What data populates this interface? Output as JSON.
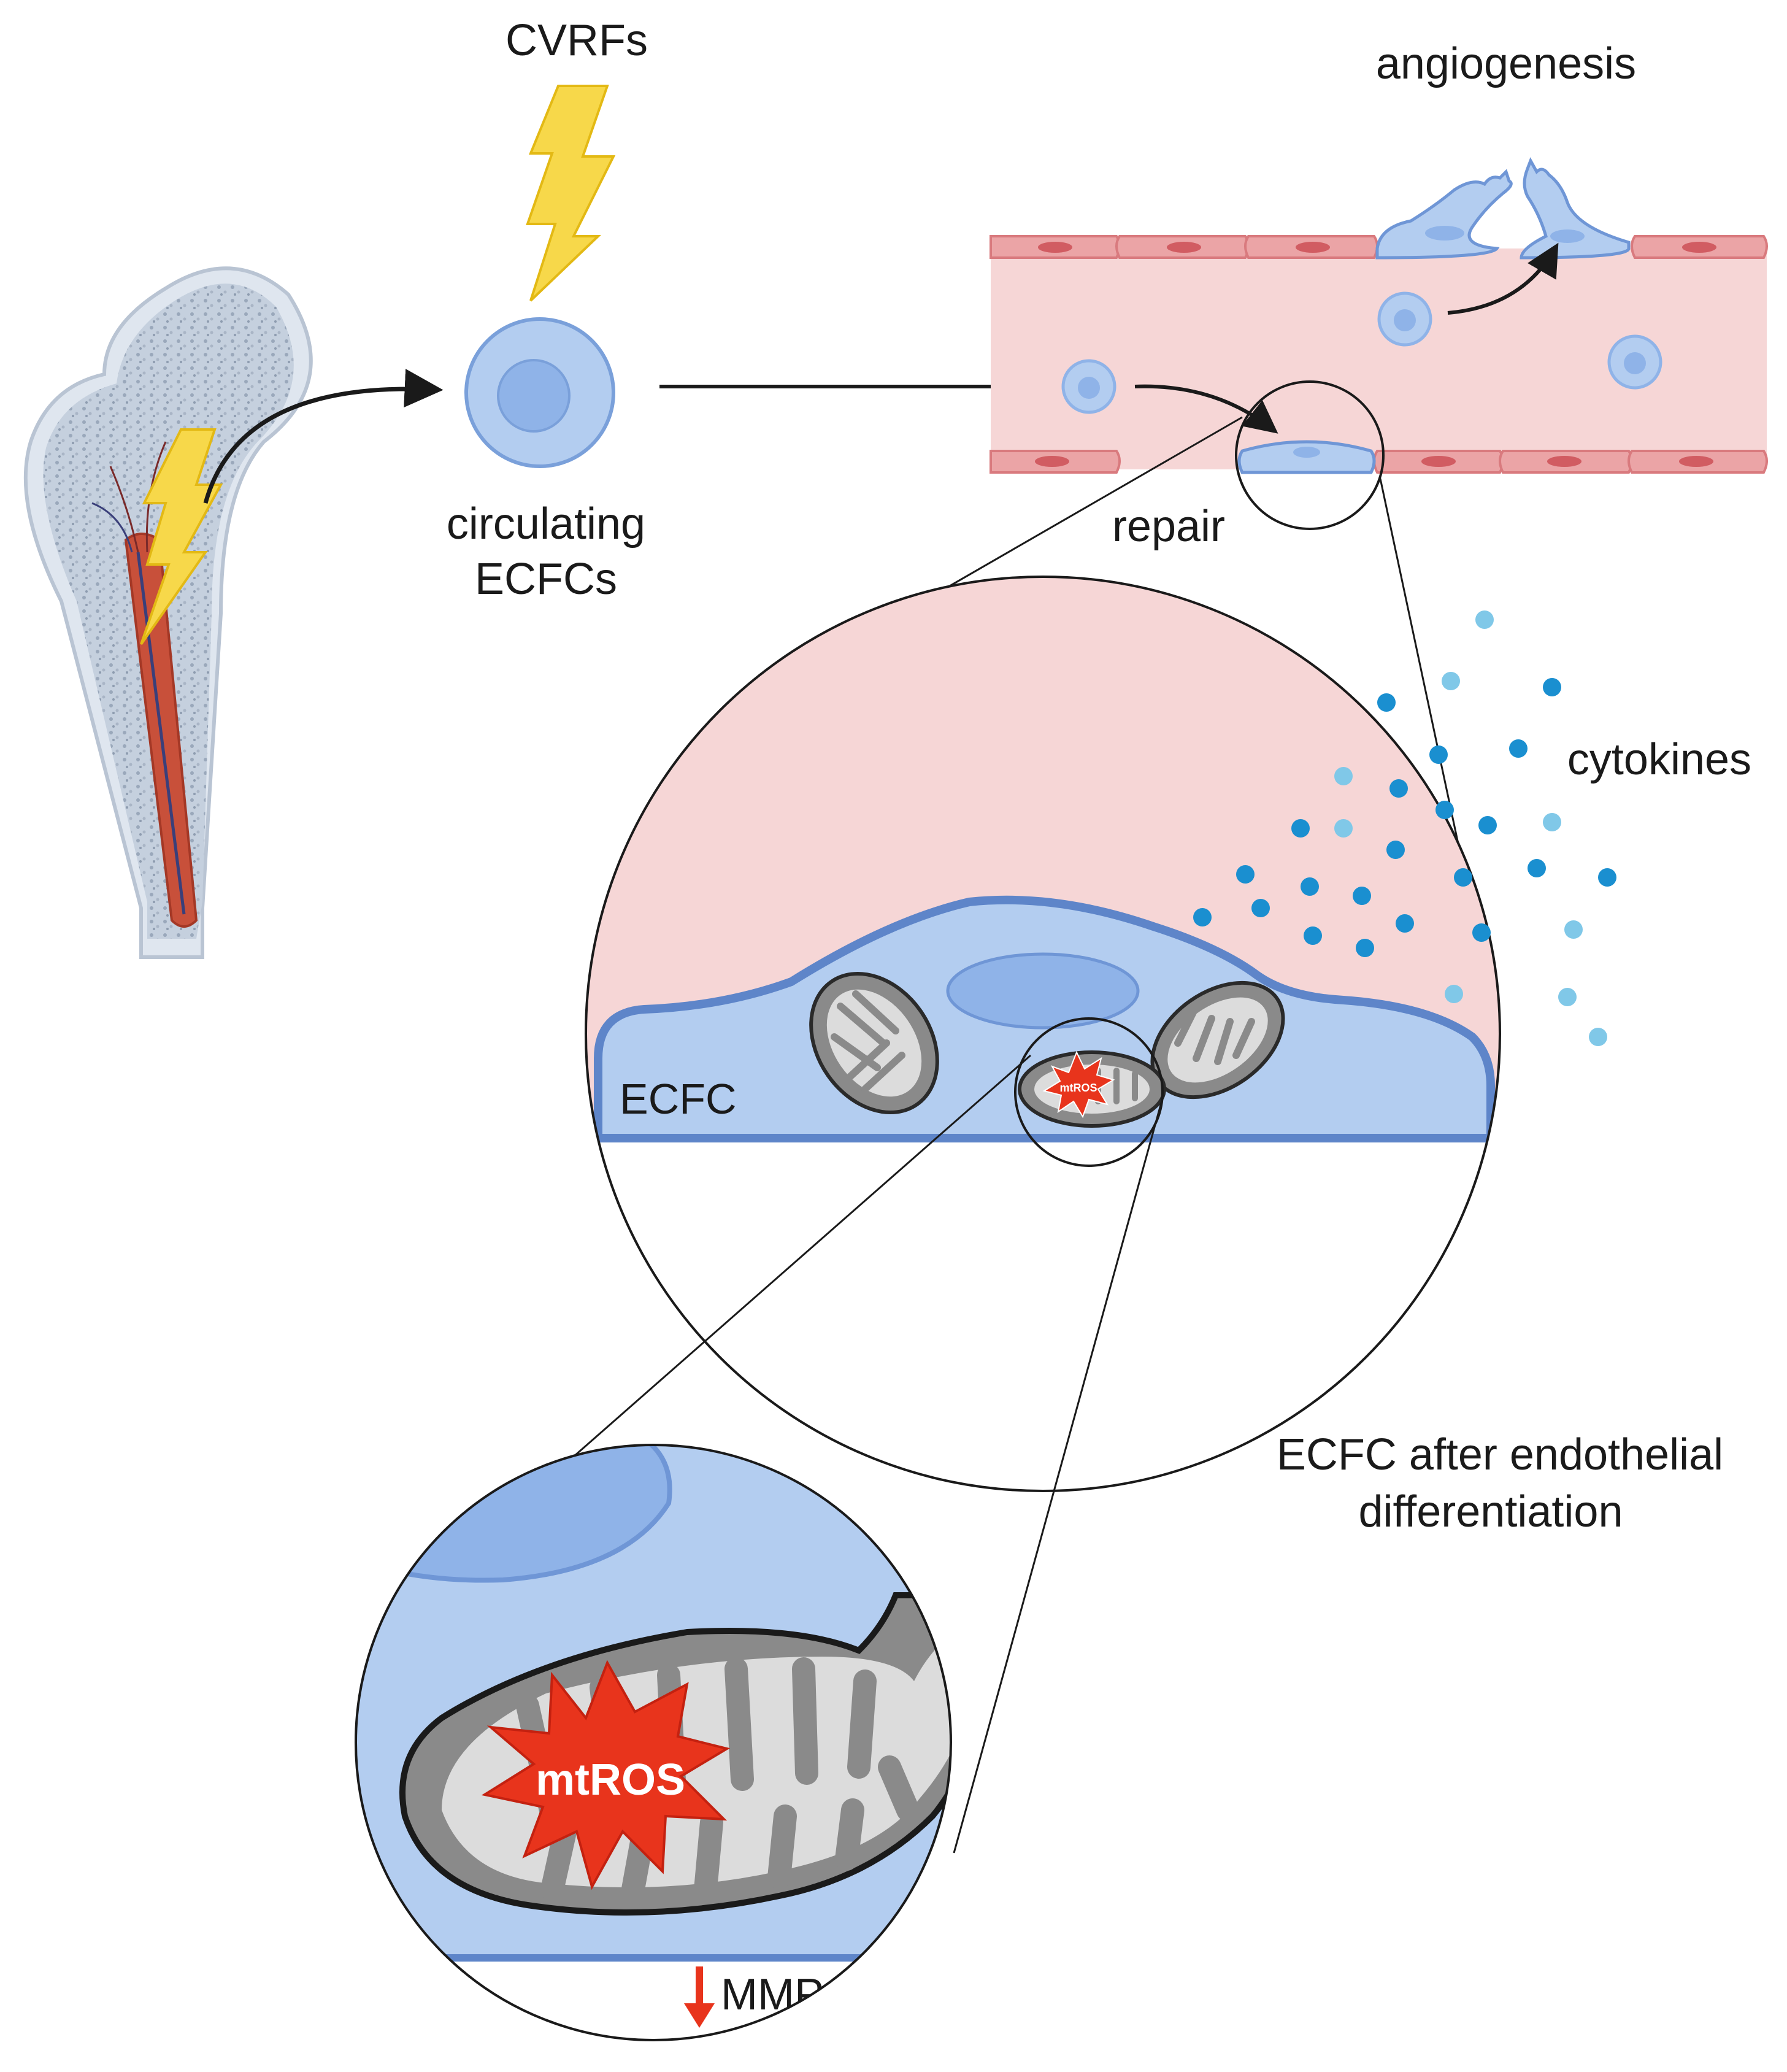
{
  "labels": {
    "cvrfs": "CVRFs",
    "angiogenesis": "angiogenesis",
    "circulating_line1": "circulating",
    "circulating_line2": "ECFCs",
    "repair": "repair",
    "cytokines": "cytokines",
    "ecfc": "ECFC",
    "mtros_small": "mtROS",
    "mtros_large": "mtROS",
    "after_line1": "ECFC after endothelial",
    "after_line2": "differentiation",
    "mmp": "MMP"
  },
  "colors": {
    "lumen": "#f6d6d6",
    "endothelium": "#eba4a6",
    "endothelium_dark": "#d97a7e",
    "ecfc_fill": "#b3cdf0",
    "ecfc_stroke": "#5e85c9",
    "nucleus": "#8fb3e8",
    "mitochondria": "#8a8a8a",
    "cristae": "#dcdcdc",
    "bolt": "#f7d84a",
    "bone": "#c5d0de",
    "marrow": "#c8503a",
    "mtros_burst": "#e8341c",
    "cytokine": "#1a8fd0",
    "cytokine_light": "#80c8e8",
    "arrow_down": "#e8341c"
  },
  "icons": [
    "lightning-bolt-icon",
    "femur-bone-icon",
    "mitochondrion-icon",
    "down-arrow-icon"
  ]
}
